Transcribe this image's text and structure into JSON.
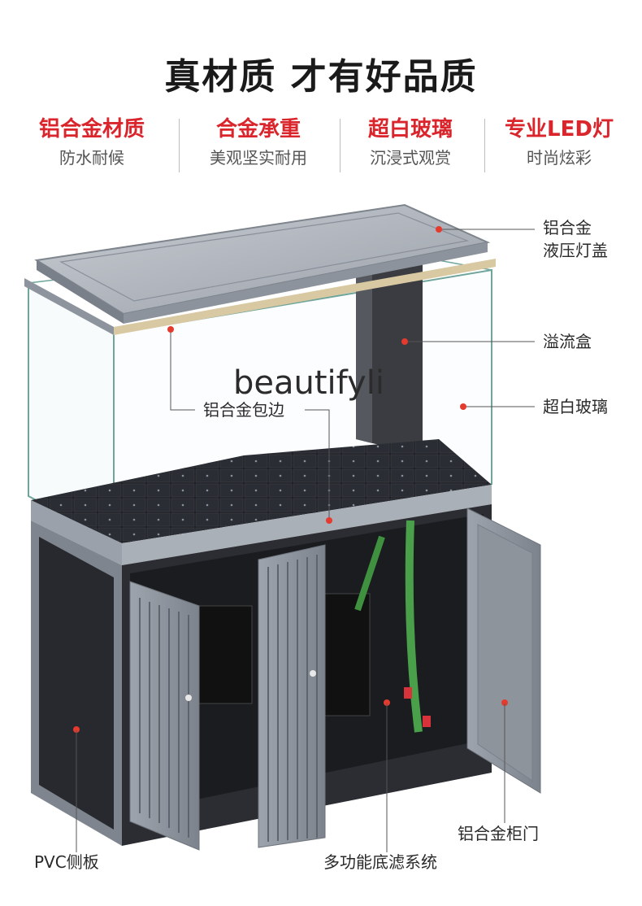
{
  "title": "真材质  才有好品质",
  "features": [
    {
      "heading": "铝合金材质",
      "sub": "防水耐候"
    },
    {
      "heading": "合金承重",
      "sub": "美观坚实耐用"
    },
    {
      "heading": "超白玻璃",
      "sub": "沉浸式观赏"
    },
    {
      "heading": "专业LED灯",
      "sub": "时尚炫彩"
    }
  ],
  "watermark": "beautifyli",
  "labels": {
    "lid": "铝合金\n液压灯盖",
    "overflow": "溢流盒",
    "glass": "超白玻璃",
    "edge": "铝合金包边",
    "pvc": "PVC侧板",
    "filter": "多功能底滤系统",
    "door": "铝合金柜门"
  },
  "colors": {
    "accent": "#d9252b",
    "dot": "#e53a2e",
    "frame": "#8d949e"
  }
}
